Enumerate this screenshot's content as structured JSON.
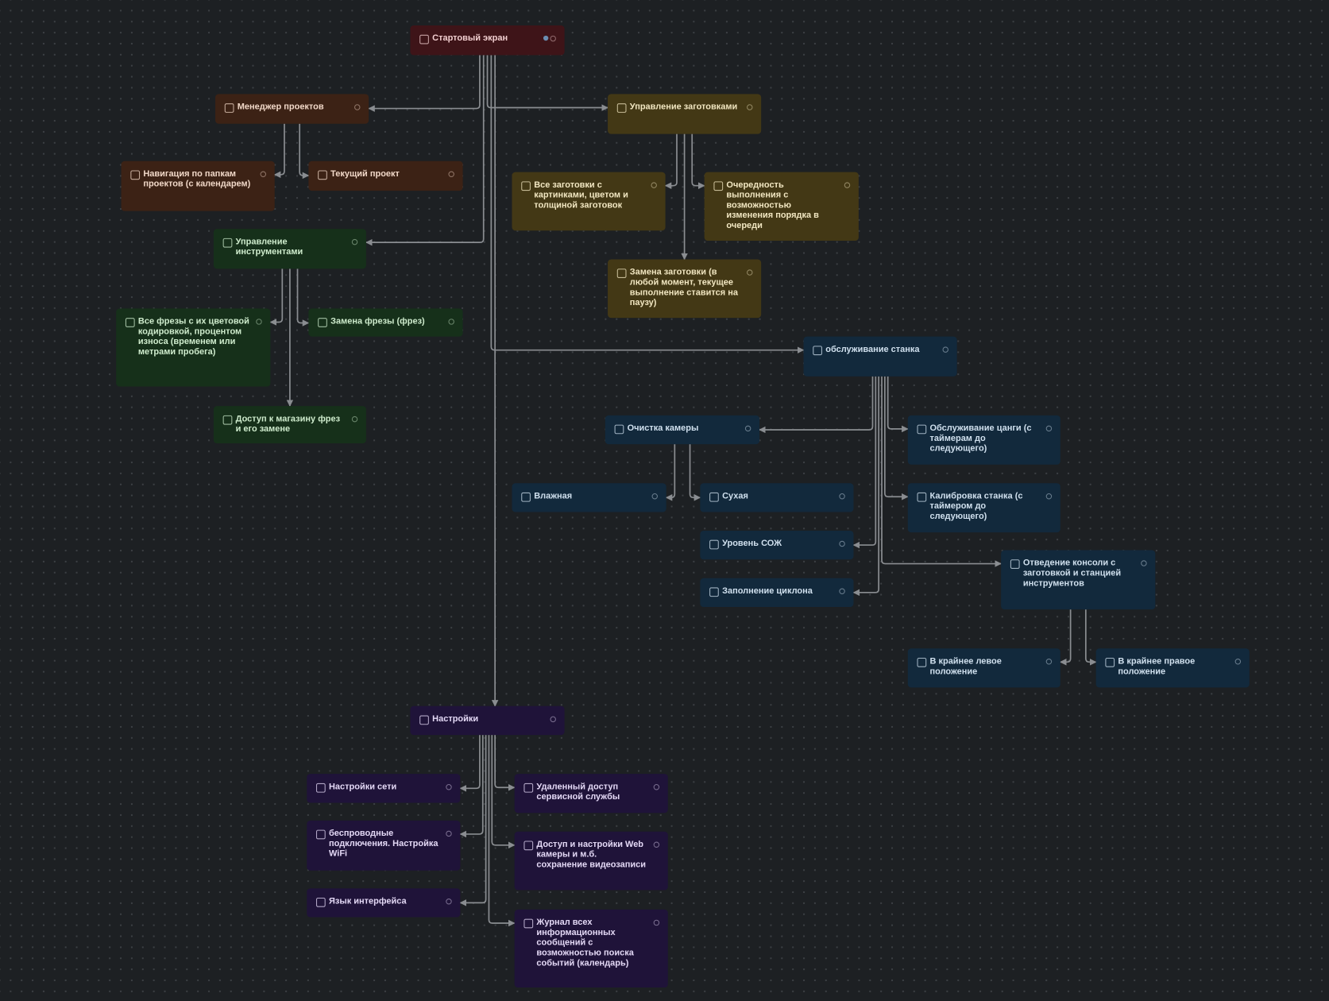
{
  "colors": {
    "edge": "#8a8d91",
    "background": "#1d2023"
  },
  "nodes": {
    "start": {
      "label": "Стартовый экран",
      "children": [
        "mgr",
        "tools",
        "blanks",
        "service",
        "settings"
      ]
    },
    "mgr": {
      "label": "Менеджер проектов",
      "children": [
        "nav",
        "cur"
      ]
    },
    "nav": {
      "label": "Навигация по папкам проектов (с календарем)"
    },
    "cur": {
      "label": "Текущий проект"
    },
    "tools": {
      "label": "Управление инструментами",
      "children": [
        "allcutters",
        "shop",
        "replace"
      ]
    },
    "allcutters": {
      "label": "Все фрезы с их цветовой кодировкой, процентом износа (временем или метрами пробега)"
    },
    "replace": {
      "label": "Замена фрезы (фрез)"
    },
    "shop": {
      "label": "Доступ к магазину фрез и его замене"
    },
    "blanks": {
      "label": "Управление заготовками",
      "children": [
        "allblanks",
        "swap",
        "queue"
      ]
    },
    "allblanks": {
      "label": "Все заготовки с картинками, цветом и толщиной заготовок"
    },
    "queue": {
      "label": "Очередность выполнения с возможностью изменения порядка в очереди"
    },
    "swap": {
      "label": "Замена заготовки (в любой момент, текущее выполнение ставится на паузу)"
    },
    "service": {
      "label": "обслуживание станка",
      "children": [
        "clean",
        "coolant",
        "cyclone",
        "console",
        "calib",
        "collet"
      ]
    },
    "clean": {
      "label": "Очистка камеры",
      "children": [
        "wet",
        "dry"
      ]
    },
    "wet": {
      "label": "Влажная"
    },
    "dry": {
      "label": "Сухая"
    },
    "coolant": {
      "label": "Уровень СОЖ"
    },
    "cyclone": {
      "label": "Заполнение циклона"
    },
    "collet": {
      "label": "Обслуживание цанги (с таймерам до следующего)"
    },
    "calib": {
      "label": "Калибровка станка (с таймером до следующего)"
    },
    "console": {
      "label": "Отведение консоли с заготовкой и станцией инструментов",
      "children": [
        "left",
        "right"
      ]
    },
    "left": {
      "label": "В крайнее левое положение"
    },
    "right": {
      "label": "В крайнее правое положение"
    },
    "settings": {
      "label": "Настройки",
      "children": [
        "net",
        "wifi",
        "lang",
        "journal",
        "webcam",
        "remote"
      ]
    },
    "net": {
      "label": "Настройки сети"
    },
    "wifi": {
      "label": "беспроводные подключения. Настройка WiFi"
    },
    "lang": {
      "label": "Язык интерфейса"
    },
    "remote": {
      "label": "Удаленный доступ сервисной службы"
    },
    "webcam": {
      "label": "Доступ и настройки Web камеры и м.б. сохранение видеозаписи"
    },
    "journal": {
      "label": "Журнал всех информационных сообщений с возможностью поиска событий (календарь)"
    }
  }
}
